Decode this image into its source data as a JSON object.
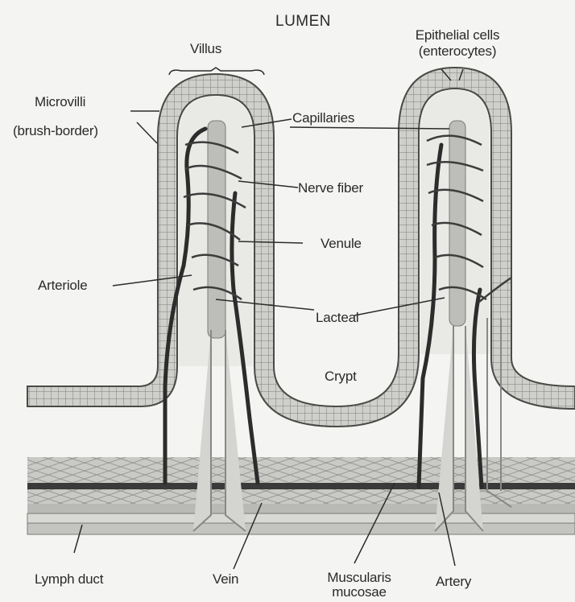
{
  "labels": {
    "lumen": "LUMEN",
    "villus": "Villus",
    "epithelial_line1": "Epithelial cells",
    "epithelial_line2": "(enterocytes)",
    "microvilli_line1": "Microvilli",
    "microvilli_line2": "(brush-border)",
    "capillaries": "Capillaries",
    "nerve_fiber": "Nerve fiber",
    "venule": "Venule",
    "arteriole": "Arteriole",
    "lacteal": "Lacteal",
    "crypt": "Crypt",
    "lymph_duct": "Lymph duct",
    "vein": "Vein",
    "muscularis_line1": "Muscularis",
    "muscularis_line2": "mucosae",
    "artery": "Artery"
  }
}
